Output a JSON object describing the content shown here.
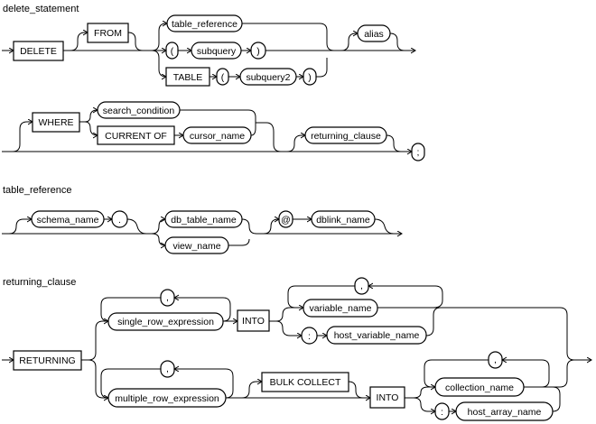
{
  "delete_statement": {
    "title": "delete_statement",
    "delete": "DELETE",
    "from": "FROM",
    "table_reference": "table_reference",
    "lparen": "(",
    "subquery": "subquery",
    "rparen": ")",
    "table": "TABLE",
    "lparen2": "(",
    "subquery2": "subquery2",
    "rparen2": ")",
    "alias": "alias",
    "where": "WHERE",
    "search_condition": "search_condition",
    "current_of": "CURRENT OF",
    "cursor_name": "cursor_name",
    "returning_clause": "returning_clause",
    "semicolon": ";"
  },
  "table_reference": {
    "title": "table_reference",
    "schema_name": "schema_name",
    "dot": ".",
    "db_table_name": "db_table_name",
    "view_name": "view_name",
    "at": "@",
    "dblink_name": "dblink_name"
  },
  "returning_clause": {
    "title": "returning_clause",
    "returning": "RETURNING",
    "comma1": ",",
    "single_row_expression": "single_row_expression",
    "into1": "INTO",
    "comma2": ",",
    "variable_name": "variable_name",
    "colon1": ":",
    "host_variable_name": "host_variable_name",
    "comma3": ",",
    "multiple_row_expression": "multiple_row_expression",
    "bulk_collect": "BULK COLLECT",
    "into2": "INTO",
    "comma4": ",",
    "collection_name": "collection_name",
    "colon2": ":",
    "host_array_name": "host_array_name"
  }
}
